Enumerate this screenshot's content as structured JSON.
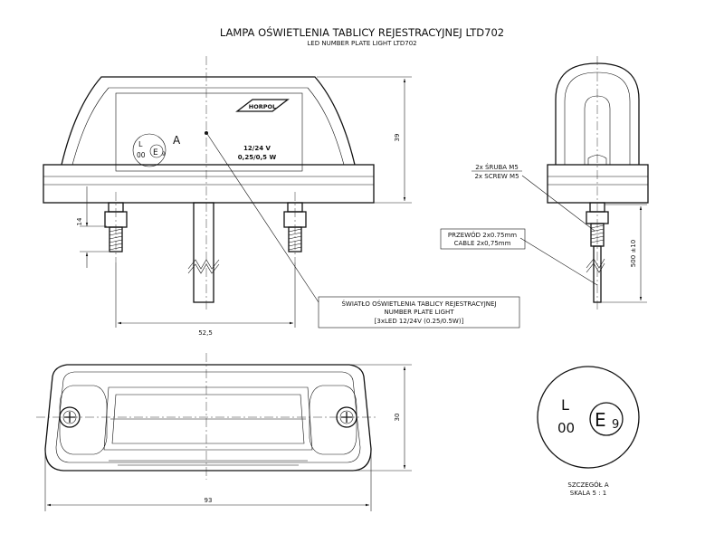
{
  "title": {
    "main": "LAMPA OŚWIETLENIA TABLICY REJESTRACYJNEJ LTD702",
    "sub": "LED NUMBER PLATE LIGHT LTD702"
  },
  "front_view": {
    "brand": "HORPOL",
    "detail_letter": "A",
    "voltage": "12/24 V",
    "power": "0,25/0,5 W",
    "mark_l": "L",
    "mark_00": "00",
    "mark_e": "E",
    "mark_9": "9",
    "dim_height": "39",
    "dim_bolt": "14",
    "dim_spacing": "52,5"
  },
  "callouts": {
    "light_pl": "ŚWIATŁO OŚWIETLENIA TABLICY REJESTRACYJNEJ",
    "light_en": "NUMBER PLATE LIGHT",
    "light_spec": "[3xLED 12/24V (0.25/0.5W)]",
    "screw_pl": "2x ŚRUBA M5",
    "screw_en": "2x SCREW M5",
    "cable_pl": "PRZEWÓD 2x0.75mm",
    "cable_en": "CABLE 2x0,75mm"
  },
  "side_view": {
    "dim_cable": "500 ±10"
  },
  "top_view": {
    "dim_width": "30",
    "dim_length": "93"
  },
  "detail": {
    "mark_l": "L",
    "mark_00": "00",
    "mark_e": "E",
    "mark_9": "9",
    "caption": "SZCZEGÓŁ A",
    "scale": "SKALA 5 : 1"
  }
}
